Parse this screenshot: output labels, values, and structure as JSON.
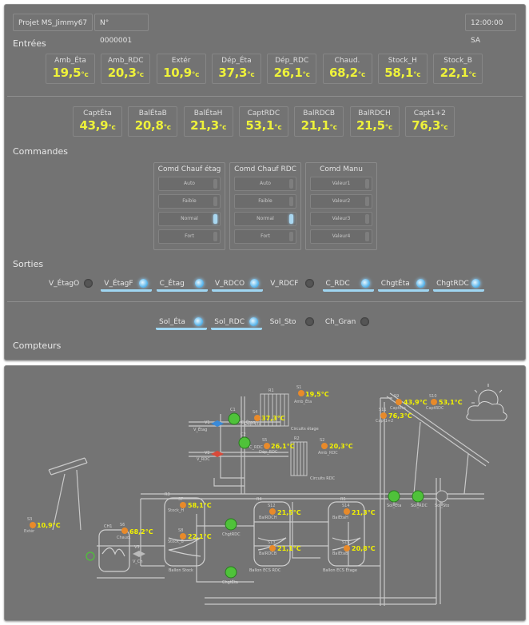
{
  "header": {
    "project": "Projet MS_Jimmy67",
    "serial": "N° 0000001",
    "clock": "12:00:00 SA"
  },
  "sections": {
    "inputs": "Entrées",
    "commands": "Commandes",
    "outputs": "Sorties",
    "counters": "Compteurs"
  },
  "unit": "°c",
  "inputs_row1": [
    {
      "label": "Amb_Éta",
      "value": "19,5"
    },
    {
      "label": "Amb_RDC",
      "value": "20,3"
    },
    {
      "label": "Extér",
      "value": "10,9"
    },
    {
      "label": "Dép_Éta",
      "value": "37,3"
    },
    {
      "label": "Dép_RDC",
      "value": "26,1"
    },
    {
      "label": "Chaud.",
      "value": "68,2"
    },
    {
      "label": "Stock_H",
      "value": "58,1"
    },
    {
      "label": "Stock_B",
      "value": "22,1"
    }
  ],
  "inputs_row2": [
    {
      "label": "CaptÉta",
      "value": "43,9"
    },
    {
      "label": "BalÉtaB",
      "value": "20,8"
    },
    {
      "label": "BalÉtaH",
      "value": "21,3"
    },
    {
      "label": "CaptRDC",
      "value": "53,1"
    },
    {
      "label": "BalRDCB",
      "value": "21,1"
    },
    {
      "label": "BalRDCH",
      "value": "21,5"
    },
    {
      "label": "Capt1+2",
      "value": "76,3"
    }
  ],
  "commands": [
    {
      "title": "Comd Chauf étag",
      "options": [
        "Auto",
        "Faible",
        "Normal",
        "Fort"
      ],
      "selected": 2
    },
    {
      "title": "Comd Chauf RDC",
      "options": [
        "Auto",
        "Faible",
        "Normal",
        "Fort"
      ],
      "selected": 2
    },
    {
      "title": "Comd Manu",
      "options": [
        "Valeur1",
        "Valeur2",
        "Valeur3",
        "Valeur4"
      ],
      "selected": -1
    }
  ],
  "outputs_row1": [
    {
      "label": "V_ÉtagO",
      "on": false
    },
    {
      "label": "V_ÉtagF",
      "on": true
    },
    {
      "label": "C_Étag",
      "on": true
    },
    {
      "label": "V_RDCO",
      "on": true
    },
    {
      "label": "V_RDCF",
      "on": false
    },
    {
      "label": "C_RDC",
      "on": true
    },
    {
      "label": "ChgtÉta",
      "on": true
    },
    {
      "label": "ChgtRDC",
      "on": true
    }
  ],
  "outputs_row2": [
    {
      "label": "Sol_Éta",
      "on": true
    },
    {
      "label": "Sol_RDC",
      "on": true
    },
    {
      "label": "Sol_Sto",
      "on": false
    },
    {
      "label": "Ch_Gran",
      "on": false
    }
  ],
  "diagram": {
    "colors": {
      "pipe": "#c8c8c8",
      "value": "#f2f200",
      "sensor": "#e88a2a",
      "pump": "#4fc23a",
      "valve_blue": "#3a8ad8",
      "valve_red": "#d84a3a"
    },
    "sensors": [
      {
        "tag": "S1",
        "name": "Amb_Éta",
        "value": "19,5°C"
      },
      {
        "tag": "S2",
        "name": "Amb_RDC",
        "value": "20,3°C"
      },
      {
        "tag": "S3",
        "name": "Extér",
        "value": "10,9°C"
      },
      {
        "tag": "S4",
        "name": "Dép_Éta",
        "value": "37,3°C"
      },
      {
        "tag": "S5",
        "name": "Dép_RDC",
        "value": "26,1°C"
      },
      {
        "tag": "S6",
        "name": "Chaud.",
        "value": "68,2°C"
      },
      {
        "tag": "S7",
        "name": "Stock_H",
        "value": "58,1°C"
      },
      {
        "tag": "S8",
        "name": "Stock_B",
        "value": "22,1°C"
      },
      {
        "tag": "S9",
        "name": "CaptÉta",
        "value": "43,9°C"
      },
      {
        "tag": "S10",
        "name": "CaptRDC",
        "value": "53,1°C"
      },
      {
        "tag": "S11",
        "name": "Capt1+2",
        "value": "76,3°C"
      },
      {
        "tag": "S12",
        "name": "BalRDCH",
        "value": "21,5°C"
      },
      {
        "tag": "S13",
        "name": "BalRDCB",
        "value": "21,1°C"
      },
      {
        "tag": "S14",
        "name": "BalÉtaH",
        "value": "21,3°C"
      },
      {
        "tag": "S15",
        "name": "BalÉtaB",
        "value": "20,8°C"
      }
    ],
    "labels": {
      "circ_etage": "Circuits étage",
      "circ_rdc": "Circuits RDC",
      "ballon_stock": "Ballon Stock",
      "ballon_rdc": "Ballon ECS RDC",
      "ballon_etage": "Ballon ECS Étage",
      "ch1": "CH1",
      "r1": "R1",
      "r2": "R2",
      "r3": "R3",
      "r4": "R4",
      "r5": "R5",
      "v1": "V1",
      "v2": "V2",
      "v3": "V3",
      "v_etag": "V_Étag",
      "v_rdc": "V_RDC",
      "v_ch": "V_Ch",
      "c1": "C1",
      "c2": "C2",
      "c_etag": "C_Étag",
      "c_rdc": "C_RDC",
      "chgt_rdc": "ChgtRDC",
      "chgt_eta": "ChgtÉta",
      "sol_eta": "Sol_Éta",
      "sol_rdc": "Sol_RDC",
      "sol_sto": "Sol_Sto"
    }
  }
}
